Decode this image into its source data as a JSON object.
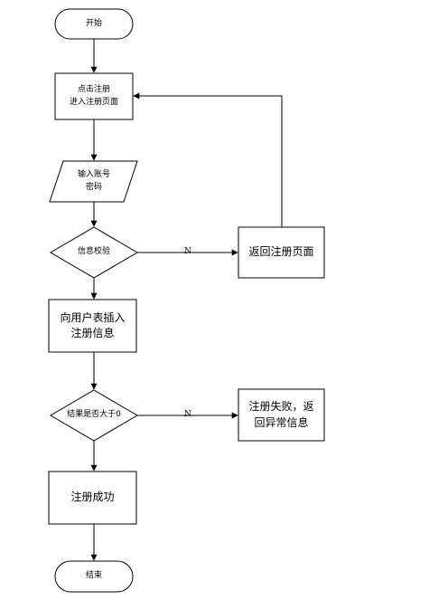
{
  "nodes": {
    "start": "开始",
    "register_click": [
      "点击注册",
      "进入注册页面"
    ],
    "input_account": [
      "输入账号",
      "密码"
    ],
    "verify": "信息校验",
    "return_page": "返回注册页面",
    "insert_user": [
      "向用户表插入",
      "注册信息"
    ],
    "result_check": "结果是否大于0",
    "fail_return": [
      "注册失败，返",
      "回异常信息"
    ],
    "success": "注册成功",
    "end": "结束"
  },
  "edges": {
    "verify_no": "N",
    "result_no": "N"
  }
}
